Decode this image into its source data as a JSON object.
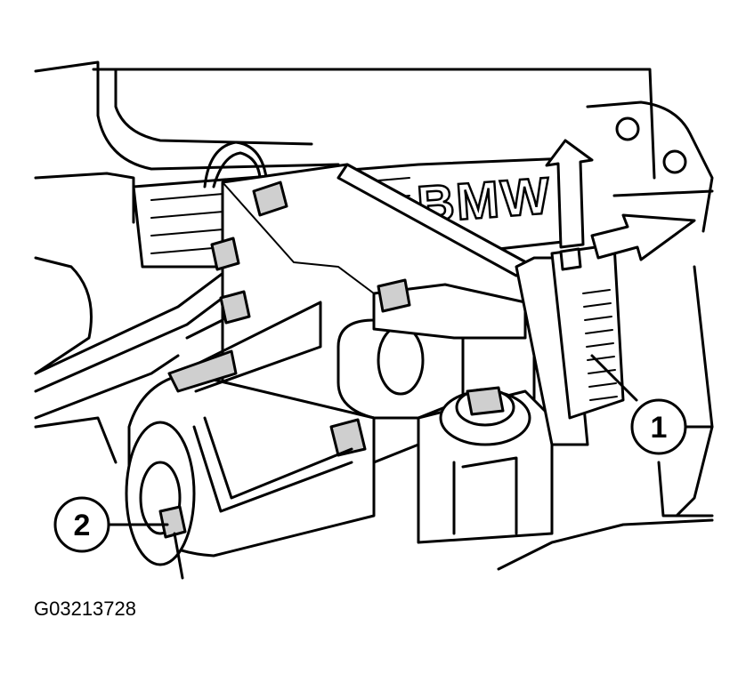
{
  "figure": {
    "id_code": "G03213728",
    "brand_lettering": "BMW"
  },
  "callouts": [
    {
      "number": "1"
    },
    {
      "number": "2"
    }
  ]
}
